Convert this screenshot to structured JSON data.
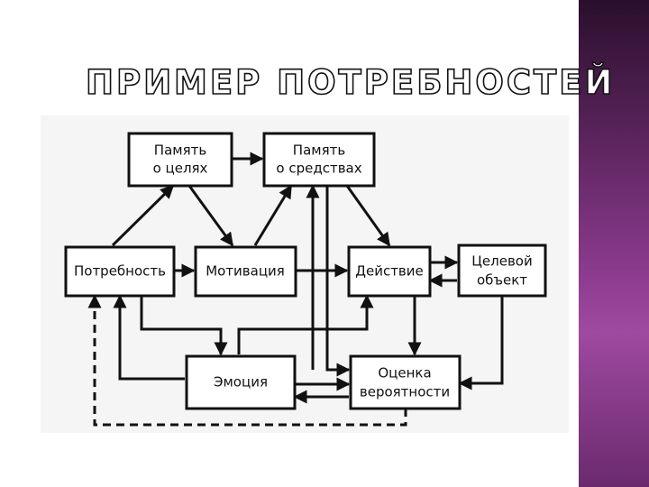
{
  "slide": {
    "title": "ПРИМЕР ПОТРЕБНОСТЕЙ",
    "accent_color": "#8a3a8c"
  },
  "diagram": {
    "nodes": {
      "memory_goals": {
        "line1": "Память",
        "line2": "о целях"
      },
      "memory_means": {
        "line1": "Память",
        "line2": "о средствах"
      },
      "need": {
        "line1": "Потребность"
      },
      "motivation": {
        "line1": "Мотивация"
      },
      "action": {
        "line1": "Действие"
      },
      "target_object": {
        "line1": "Целевой",
        "line2": "объект"
      },
      "emotion": {
        "line1": "Эмоция"
      },
      "probability": {
        "line1": "Оценка",
        "line2": "вероятности"
      }
    },
    "edges": [
      {
        "from": "memory_goals",
        "to": "memory_means"
      },
      {
        "from": "need",
        "to": "memory_goals"
      },
      {
        "from": "memory_goals",
        "to": "motivation"
      },
      {
        "from": "motivation",
        "to": "memory_means"
      },
      {
        "from": "memory_means",
        "to": "action"
      },
      {
        "from": "need",
        "to": "motivation"
      },
      {
        "from": "motivation",
        "to": "action"
      },
      {
        "from": "action",
        "to": "target_object"
      },
      {
        "from": "target_object",
        "to": "action"
      },
      {
        "from": "target_object",
        "to": "probability"
      },
      {
        "from": "action",
        "to": "probability"
      },
      {
        "from": "emotion",
        "to": "need"
      },
      {
        "from": "emotion",
        "to": "probability"
      },
      {
        "from": "probability",
        "to": "emotion"
      },
      {
        "from": "probability",
        "to": "need",
        "style": "dashed"
      }
    ]
  }
}
